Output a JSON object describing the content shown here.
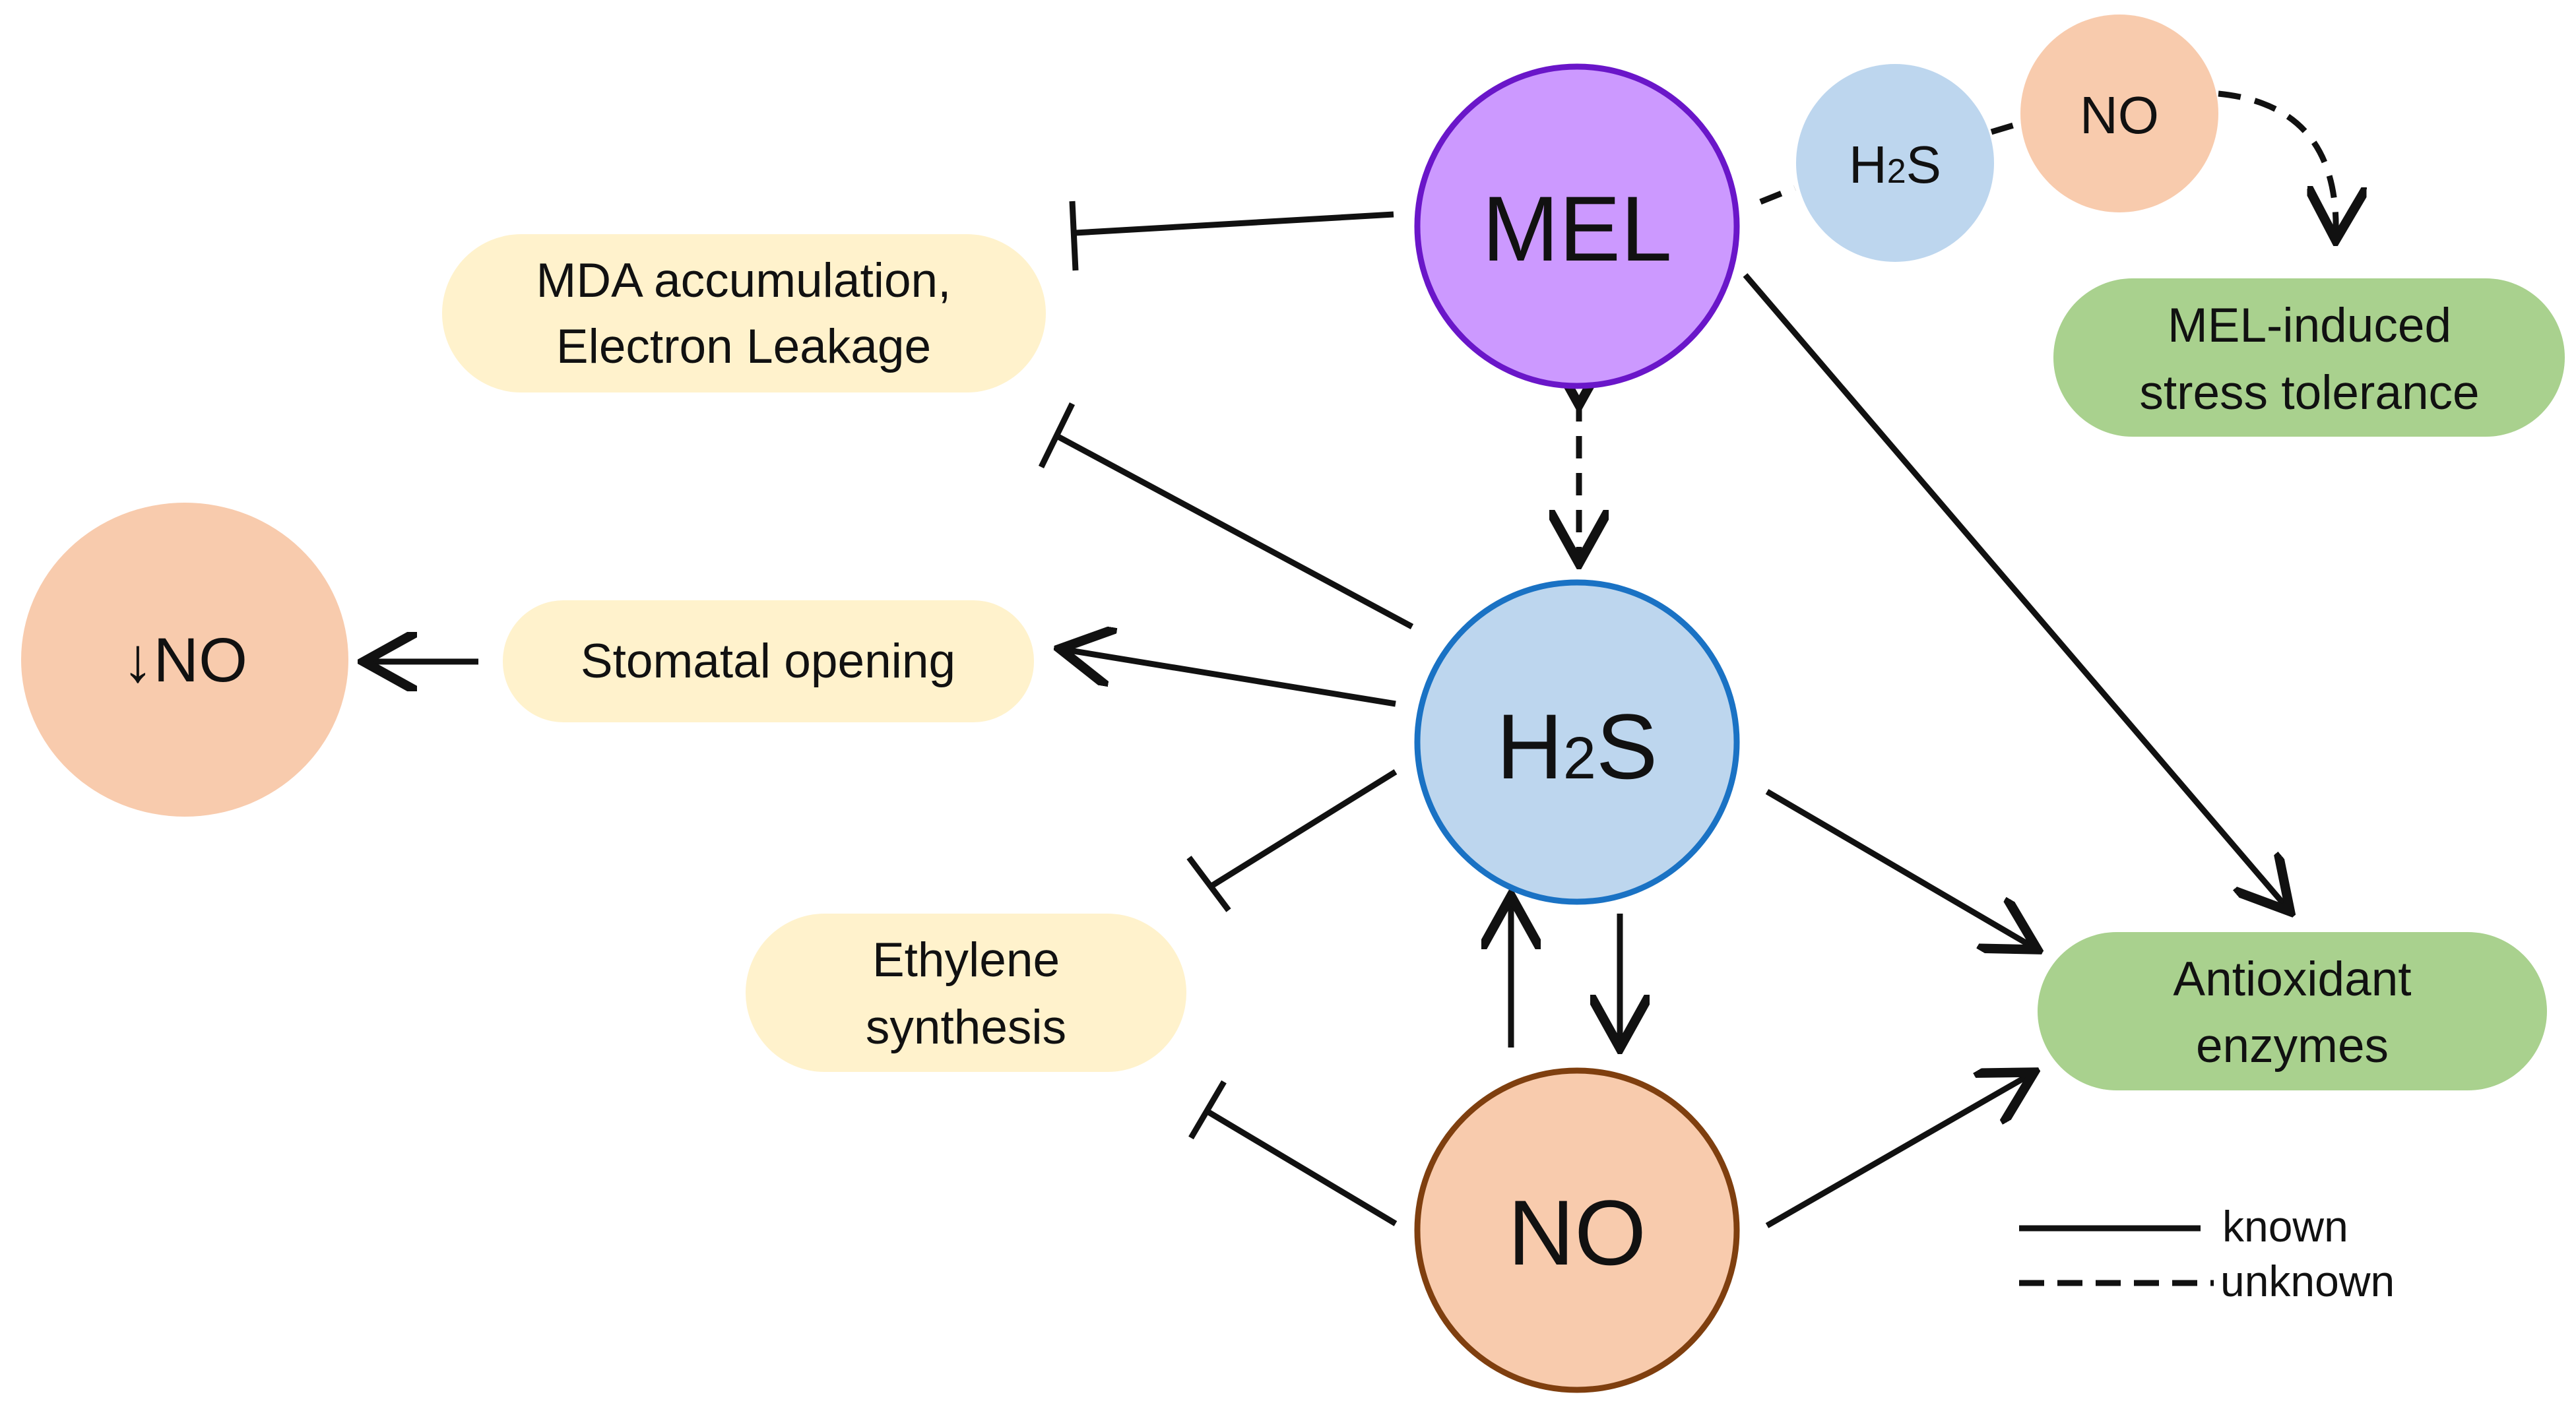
{
  "nodes": {
    "mel": {
      "label": "MEL",
      "fill": "#cc99ff",
      "stroke": "#6a16c9"
    },
    "h2s": {
      "label_main": "H",
      "label_sub": "2",
      "label_end": "S",
      "fill": "#bdd6ee",
      "stroke": "#1a72c4"
    },
    "no": {
      "label": "NO",
      "fill": "#f8cbad",
      "stroke": "#7f3f0f"
    },
    "small_h2s": {
      "label_main": "H",
      "label_sub": "2",
      "label_end": "S",
      "fill": "#bdd6ee"
    },
    "small_no": {
      "label": "NO",
      "fill": "#f8cbad"
    },
    "down_no": {
      "label": "↓NO",
      "fill": "#f8cbad"
    }
  },
  "boxes": {
    "mda": {
      "line1": "MDA accumulation,",
      "line2": "Electron Leakage",
      "fill": "#fff2cc"
    },
    "stomatal": {
      "line1": "Stomatal opening",
      "fill": "#fff2cc"
    },
    "ethylene": {
      "line1": "Ethylene",
      "line2": "synthesis",
      "fill": "#fff2cc"
    },
    "mel_induced": {
      "line1": "MEL-induced",
      "line2": "stress tolerance",
      "fill": "#a9d18e"
    },
    "antioxidant": {
      "line1": "Antioxidant",
      "line2": "enzymes",
      "fill": "#a9d18e"
    }
  },
  "legend": {
    "known": "known",
    "unknown": "unknown"
  }
}
